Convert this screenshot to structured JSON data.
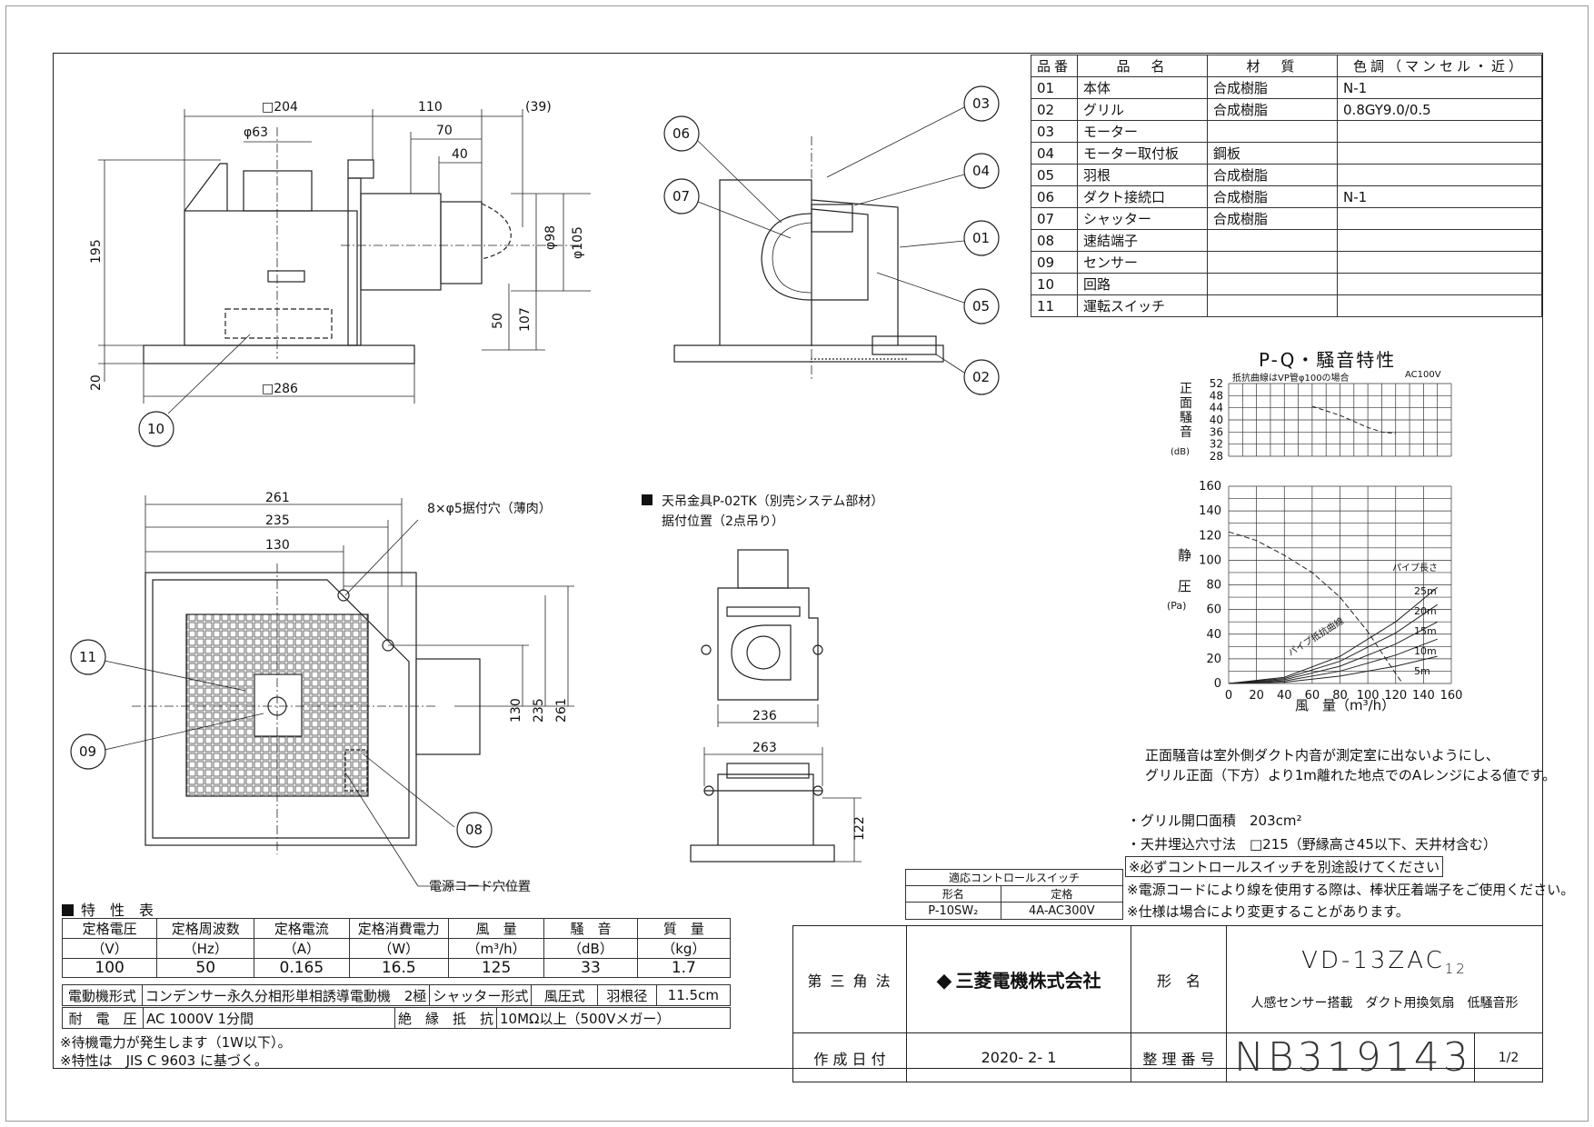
{
  "parts_table": {
    "headers": [
      "品番",
      "品　名",
      "材　質",
      "色調（マンセル・近）"
    ],
    "rows": [
      [
        "01",
        "本体",
        "合成樹脂",
        "N-1"
      ],
      [
        "02",
        "グリル",
        "合成樹脂",
        "0.8GY9.0/0.5"
      ],
      [
        "03",
        "モーター",
        "",
        ""
      ],
      [
        "04",
        "モーター取付板",
        "鋼板",
        ""
      ],
      [
        "05",
        "羽根",
        "合成樹脂",
        ""
      ],
      [
        "06",
        "ダクト接続口",
        "合成樹脂",
        "N-1"
      ],
      [
        "07",
        "シャッター",
        "合成樹脂",
        ""
      ],
      [
        "08",
        "速結端子",
        "",
        ""
      ],
      [
        "09",
        "センサー",
        "",
        ""
      ],
      [
        "10",
        "回路",
        "",
        ""
      ],
      [
        "11",
        "運転スイッチ",
        "",
        ""
      ]
    ]
  },
  "front_view": {
    "dims": {
      "d204": "□204",
      "d110": "110",
      "d39": "(39)",
      "d63": "φ63",
      "d70": "70",
      "d40": "40",
      "d195": "195",
      "d98": "φ98",
      "d105": "φ105",
      "d50": "50",
      "d107": "107",
      "d20": "20",
      "d286": "□286"
    },
    "balloons": [
      "10"
    ]
  },
  "section_view": {
    "balloons": [
      "03",
      "06",
      "04",
      "07",
      "01",
      "05",
      "02"
    ]
  },
  "bottom_view": {
    "dims": {
      "d261": "261",
      "d235": "235",
      "d130": "130",
      "v130": "130",
      "v235": "235",
      "v261": "261"
    },
    "hole_label": "8×φ5据付穴（薄肉）",
    "cord_label": "電源コード穴位置",
    "balloons": [
      "11",
      "09",
      "08"
    ]
  },
  "bracket": {
    "title": "天吊金具P-02TK（別売システム部材）",
    "subtitle": "据付位置（2点吊り）",
    "dims": {
      "d236": "236",
      "d263": "263",
      "d122": "122"
    }
  },
  "pq_chart": {
    "title": "P-Q・騒音特性",
    "note_left": "抵抗曲線はVP管φ100の場合",
    "note_right": "AC100V",
    "noise_ylabel": [
      "正",
      "面",
      "騒",
      "音"
    ],
    "noise_unit": "(dB)",
    "noise_ticks": [
      "52",
      "48",
      "44",
      "40",
      "36",
      "32",
      "28"
    ],
    "pressure_ylabel": [
      "静",
      "圧"
    ],
    "pressure_unit": "(Pa)",
    "pressure_ticks": [
      "160",
      "140",
      "120",
      "100",
      "80",
      "60",
      "40",
      "20",
      "0"
    ],
    "x_ticks": [
      "0",
      "20",
      "40",
      "60",
      "80",
      "100",
      "120",
      "140",
      "160"
    ],
    "xlabel": "風　量（m³/h）",
    "pipe_label": "パイプ長さ",
    "pipe_lengths": [
      "25m",
      "20m",
      "15m",
      "10m",
      "5m"
    ],
    "curve_label": "パイプ抵抗曲線"
  },
  "chart_data": [
    {
      "type": "line",
      "title": "P-Q・騒音特性",
      "ylabel": "正面騒音 (dB)",
      "ylim": [
        28,
        52
      ],
      "xlim": [
        0,
        160
      ],
      "series": [
        {
          "x": [
            60,
            80,
            100,
            110,
            120
          ],
          "values": [
            44.5,
            41.5,
            37.5,
            36,
            35.5
          ]
        }
      ]
    },
    {
      "type": "line",
      "ylabel": "静圧 (Pa)",
      "xlabel": "風量（m³/h）",
      "ylim": [
        0,
        160
      ],
      "xlim": [
        0,
        160
      ],
      "series": [
        {
          "x": [
            0,
            20,
            40,
            60,
            80,
            100,
            110,
            120,
            125
          ],
          "values": [
            123,
            116,
            104,
            90,
            70,
            42,
            25,
            8,
            0
          ]
        },
        {
          "name": "25m",
          "x": [
            0,
            40,
            80,
            120,
            150
          ],
          "values": [
            0,
            5,
            22,
            50,
            78
          ]
        },
        {
          "name": "20m",
          "x": [
            0,
            40,
            80,
            120,
            150
          ],
          "values": [
            0,
            4,
            18,
            41,
            64
          ]
        },
        {
          "name": "15m",
          "x": [
            0,
            40,
            80,
            120,
            150
          ],
          "values": [
            0,
            3,
            14,
            32,
            50
          ]
        },
        {
          "name": "10m",
          "x": [
            0,
            40,
            80,
            120,
            150
          ],
          "values": [
            0,
            2,
            10,
            23,
            36
          ]
        },
        {
          "name": "5m",
          "x": [
            0,
            40,
            80,
            120,
            150
          ],
          "values": [
            0,
            1,
            6,
            14,
            22
          ]
        }
      ]
    }
  ],
  "noise_note": [
    "正面騒音は室外側ダクト内音が測定室に出ないようにし、",
    "グリル正面（下方）より1m離れた地点でのAレンジによる値です。"
  ],
  "spec_notes": [
    "・グリル開口面積　203cm²",
    "・天井埋込穴寸法　□215（野縁高さ45以下、天井材含む）"
  ],
  "control_switch": {
    "title": "適応コントロールスイッチ",
    "col1": "形名",
    "col2": "定格",
    "model": "P-10SW₂",
    "rating": "4A-AC300V"
  },
  "warnings": [
    "※必ずコントロールスイッチを別途設けてください",
    "※電源コードにより線を使用する際は、棒状圧着端子をご使用ください。",
    "※仕様は場合により変更することがあります。"
  ],
  "characteristics": {
    "title": "特　性　表",
    "headers": [
      "定格電圧",
      "定格周波数",
      "定格電流",
      "定格消費電力",
      "風　量",
      "騒　音",
      "質　量"
    ],
    "units": [
      "（V）",
      "（Hz）",
      "（A）",
      "（W）",
      "（m³/h）",
      "（dB）",
      "（kg）"
    ],
    "values": [
      "100",
      "50",
      "0.165",
      "16.5",
      "125",
      "33",
      "1.7"
    ],
    "motor_label": "電動機形式",
    "motor_value": "コンデンサー永久分相形単相誘導電動機　2極",
    "shutter_label": "シャッター形式",
    "shutter_value": "風圧式",
    "blade_label": "羽根径",
    "blade_value": "11.5cm",
    "withstand_label": "耐　電　圧",
    "withstand_value": "AC 1000V 1分間",
    "insulation_label": "絶　縁　抵　抗",
    "insulation_value": "10MΩ以上（500Vメガー）",
    "notes": [
      "※待機電力が発生します（1W以下）。",
      "※特性は　JIS C 9603 に基づく。"
    ]
  },
  "title_block": {
    "projection": "第 三 角 法",
    "company": "三菱電機株式会社",
    "model_label": "形　名",
    "model": "VD-13ZAC",
    "model_sub": "12",
    "description": "人感センサー搭載　ダクト用換気扇　低騒音形",
    "date_label": "作 成 日 付",
    "date": "2020- 2- 1",
    "number_label": "整 理 番 号",
    "number": "NB319143",
    "page": "1/2"
  }
}
